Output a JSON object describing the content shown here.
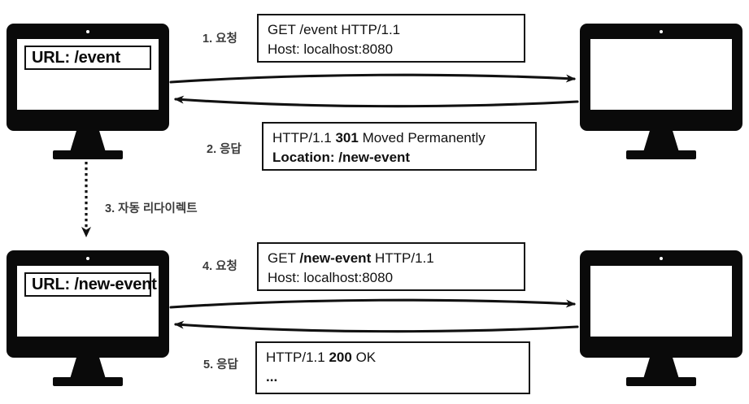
{
  "diagram": {
    "title": "HTTP 301 Moved Permanently redirect flow",
    "colors": {
      "ink": "#111111",
      "label_gray": "#3b3b3b",
      "monitor_body": "#0a0a0a",
      "background": "#ffffff"
    }
  },
  "clients": [
    {
      "name": "client-top",
      "url_label": "URL: /event"
    },
    {
      "name": "client-bottom",
      "url_label": "URL: /new-event"
    }
  ],
  "servers": [
    {
      "name": "server-top"
    },
    {
      "name": "server-bottom"
    }
  ],
  "steps": [
    {
      "id": 1,
      "label": "1. 요청",
      "kind": "request",
      "lines": [
        [
          {
            "t": "GET /event HTTP/1.1",
            "bold": false
          }
        ],
        [
          {
            "t": "Host: localhost:8080",
            "bold": false
          }
        ]
      ]
    },
    {
      "id": 2,
      "label": "2. 응답",
      "kind": "response",
      "lines": [
        [
          {
            "t": "HTTP/1.1 ",
            "bold": false
          },
          {
            "t": "301",
            "bold": true
          },
          {
            "t": " Moved Permanently",
            "bold": false
          }
        ],
        [
          {
            "t": "Location: /new-event",
            "bold": true
          }
        ]
      ]
    },
    {
      "id": 3,
      "label": "3. 자동 리다이렉트",
      "kind": "auto-redirect",
      "lines": []
    },
    {
      "id": 4,
      "label": "4. 요청",
      "kind": "request",
      "lines": [
        [
          {
            "t": "GET ",
            "bold": false
          },
          {
            "t": "/new-event",
            "bold": true
          },
          {
            "t": " HTTP/1.1",
            "bold": false
          }
        ],
        [
          {
            "t": "Host: localhost:8080",
            "bold": false
          }
        ]
      ]
    },
    {
      "id": 5,
      "label": "5. 응답",
      "kind": "response",
      "lines": [
        [
          {
            "t": "HTTP/1.1 ",
            "bold": false
          },
          {
            "t": "200",
            "bold": true
          },
          {
            "t": " OK",
            "bold": false
          }
        ],
        [
          {
            "t": "...",
            "bold": false
          }
        ]
      ]
    }
  ]
}
